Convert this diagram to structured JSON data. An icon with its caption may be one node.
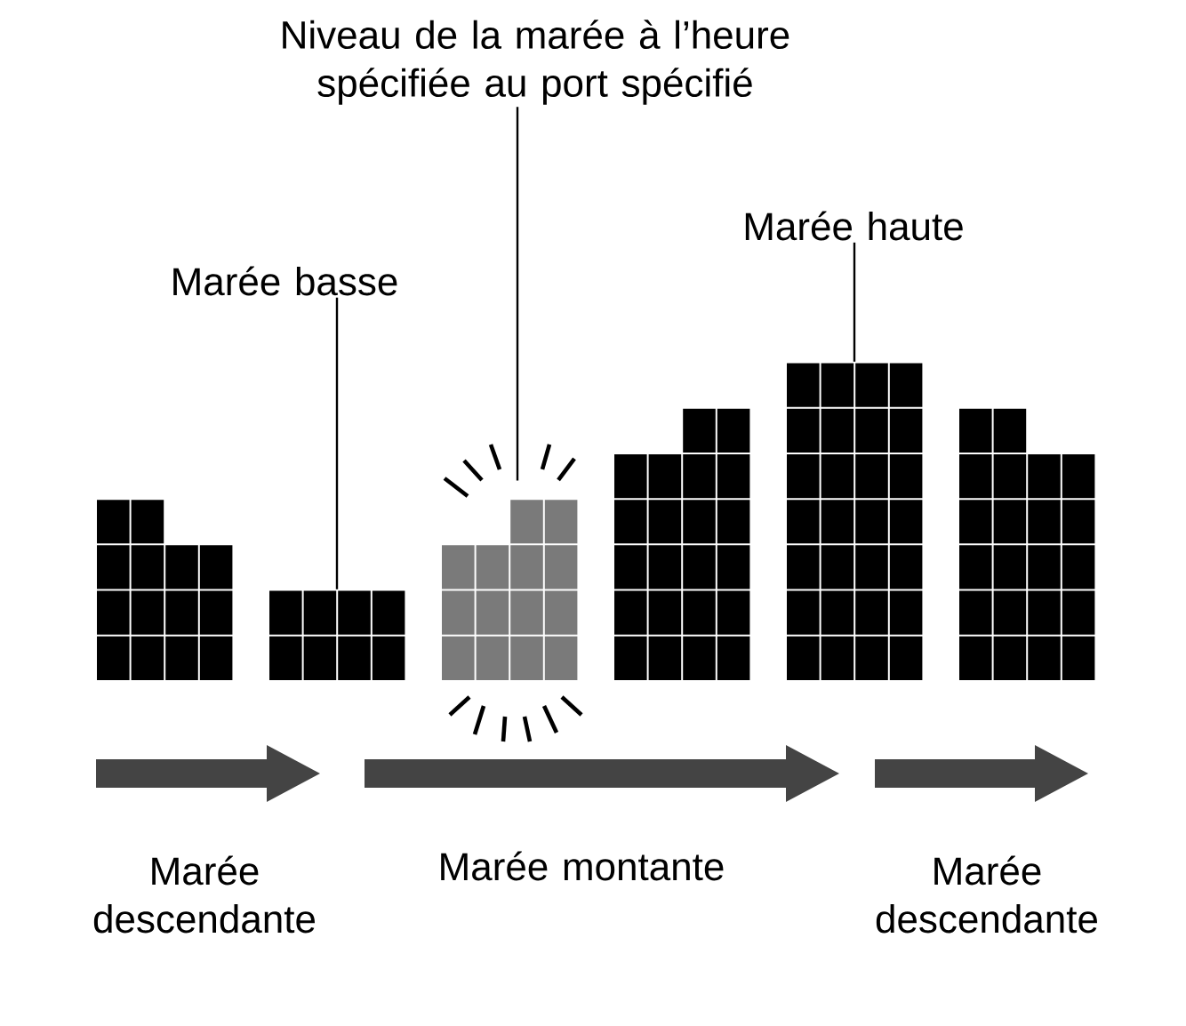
{
  "diagram": {
    "nodes": [
      {
        "text": [
          "Niveau de la marée à l’heure spécifiée au port spécifié"
        ]
      },
      {
        "text": [
          "Marée basse"
        ]
      },
      {
        "text": [
          "Marée haute"
        ]
      },
      {
        "text": [],
        "shape": "bar"
      },
      {
        "text": [],
        "shape": "bar"
      },
      {
        "text": [],
        "shape": "bar"
      },
      {
        "text": [],
        "shape": "bar"
      },
      {
        "text": [],
        "shape": "bar"
      },
      {
        "text": [],
        "shape": "bar"
      }
    ],
    "edges": [
      {
        "from": 0,
        "to": 5,
        "arrow": "none"
      },
      {
        "from": 1,
        "to": 4,
        "arrow": "none"
      },
      {
        "from": 2,
        "to": 7,
        "arrow": "none"
      }
    ],
    "labels": [
      "Marée descendante",
      "Marée montante",
      "Marée descendante"
    ]
  }
}
